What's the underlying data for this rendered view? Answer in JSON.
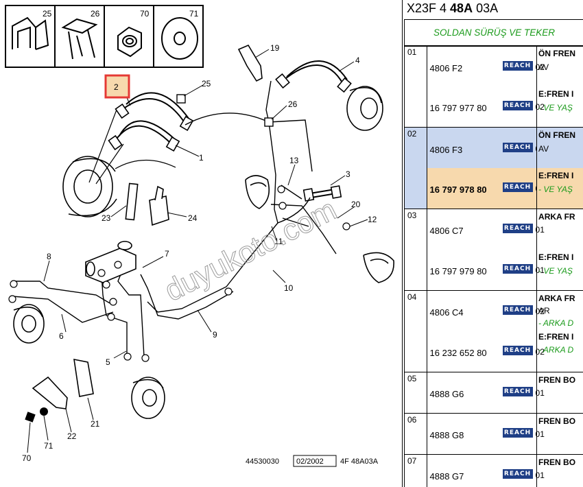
{
  "diagram": {
    "thumbnails": [
      {
        "label": "25",
        "icon": "clip-icon"
      },
      {
        "label": "26",
        "icon": "bracket-icon"
      },
      {
        "label": "70",
        "icon": "hex-nut-icon"
      },
      {
        "label": "71",
        "icon": "washer-icon"
      }
    ],
    "callouts": [
      "2",
      "25",
      "26",
      "19",
      "4",
      "1",
      "13",
      "3",
      "20",
      "12",
      "23",
      "24",
      "8",
      "7",
      "11",
      "10",
      "6",
      "9",
      "5",
      "22",
      "21",
      "71",
      "70"
    ],
    "highlighted_callout": "2",
    "footer": {
      "code": "44530030",
      "date": "02/2002",
      "ref": "4F 48A03A"
    },
    "watermark": "duyukoto.com",
    "highlight_color": "#e53935"
  },
  "panel": {
    "title": {
      "prefix": "X23F 4 ",
      "bold": "48A",
      "suffix": " 03A"
    },
    "subtitle": "SOLDAN SÜRÜŞ VE TEKER",
    "badge_text": "REACH",
    "rows": [
      {
        "no": "01",
        "subrows": [
          {
            "ref": "4806 F2",
            "qty": "02",
            "head": "ÖN FREN",
            "line": "AV",
            "green": ""
          },
          {
            "ref": "16 797 977 80",
            "qty": "02",
            "head": "E:FREN I",
            "line": "",
            "green": "- VE YAŞ"
          }
        ]
      },
      {
        "no": "02",
        "subrows": [
          {
            "ref": "4806 F3",
            "qty": "02",
            "head": "ÖN FREN",
            "line": "AV",
            "green": ""
          },
          {
            "ref": "16 797 978 80",
            "qty": "02",
            "head": "E:FREN I",
            "line": "",
            "green": "- VE YAŞ"
          }
        ]
      },
      {
        "no": "03",
        "subrows": [
          {
            "ref": "4806 C7",
            "qty": "01",
            "head": "ARKA FR",
            "line": "",
            "green": ""
          },
          {
            "ref": "16 797 979 80",
            "qty": "01",
            "head": "E:FREN I",
            "line": "",
            "green": "- VE YAŞ"
          }
        ]
      },
      {
        "no": "04",
        "subrows": [
          {
            "ref": "4806 C4",
            "qty": "02",
            "head": "ARKA FR",
            "line": "AR",
            "green": "- ARKA D"
          },
          {
            "ref": "16 232 652 80",
            "qty": "02",
            "head": "E:FREN I",
            "line": "",
            "green": "- ARKA D"
          }
        ]
      },
      {
        "no": "05",
        "subrows": [
          {
            "ref": "4888 G6",
            "qty": "01",
            "head": "FREN BO",
            "line": "",
            "green": ""
          }
        ]
      },
      {
        "no": "06",
        "subrows": [
          {
            "ref": "4888 G8",
            "qty": "01",
            "head": "FREN BO",
            "line": "",
            "green": ""
          }
        ]
      },
      {
        "no": "07",
        "subrows": [
          {
            "ref": "4888 G7",
            "qty": "01",
            "head": "FREN BO",
            "line": "",
            "green": ""
          }
        ]
      }
    ],
    "colors": {
      "badge": "#1f3f86",
      "green_text": "#1a9a1a",
      "selected_blue": "#c9d7ef",
      "selected_orange": "#f7d9ad"
    }
  }
}
